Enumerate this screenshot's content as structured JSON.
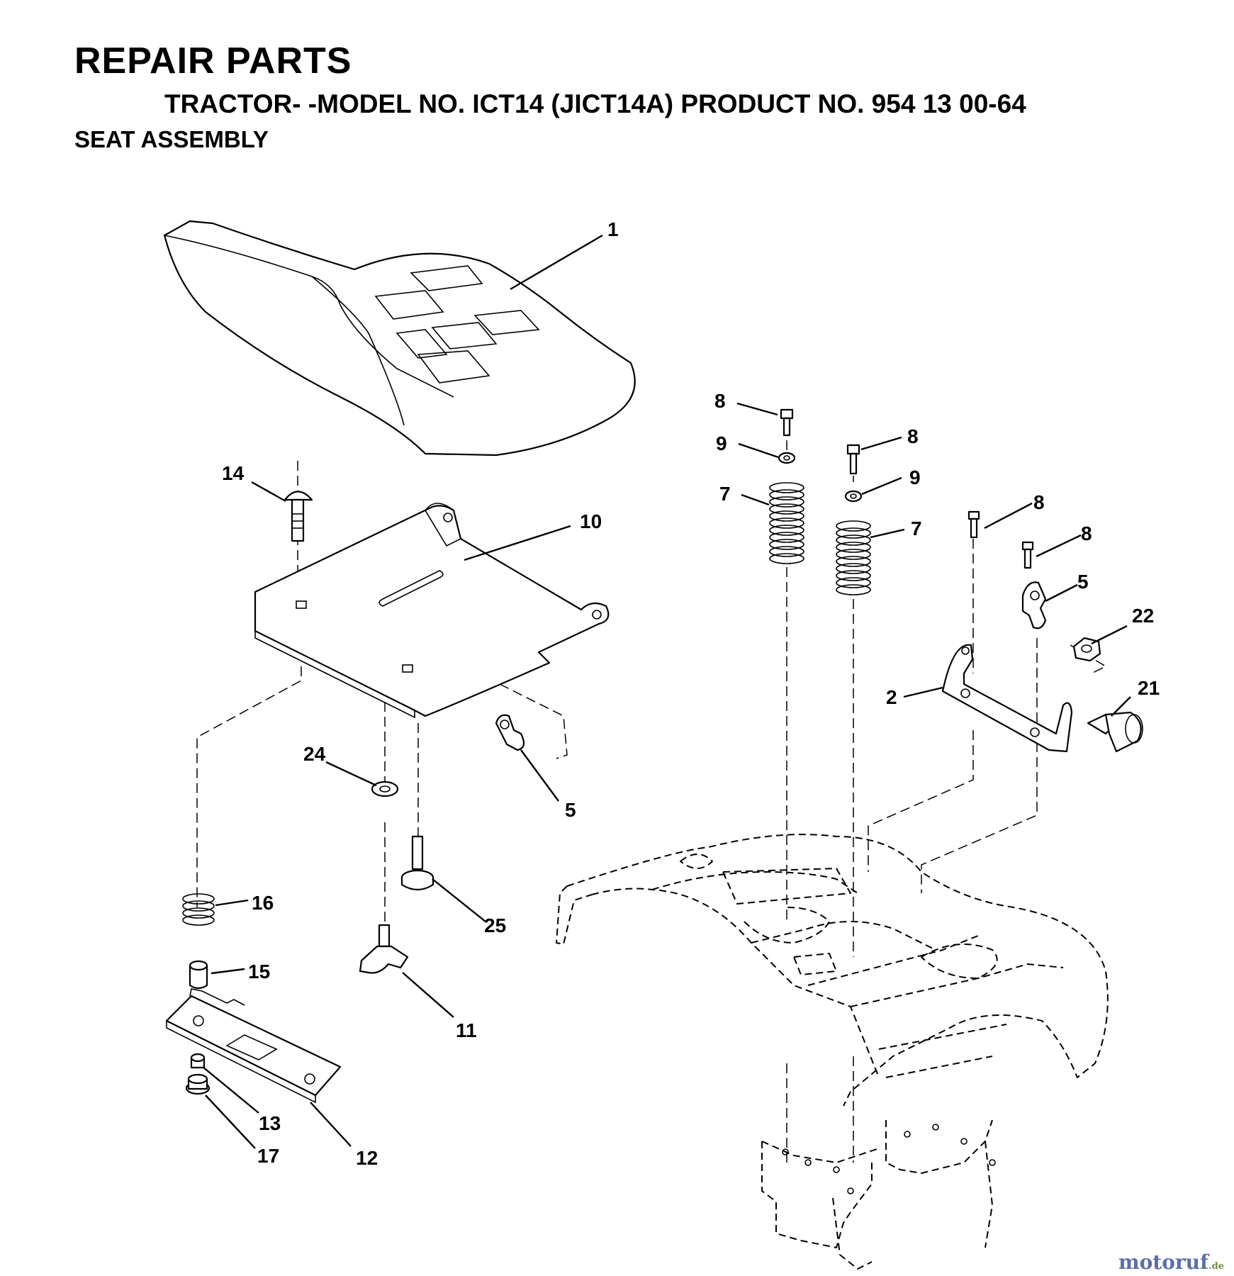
{
  "header": {
    "title": "REPAIR PARTS",
    "subtitle": "TRACTOR- -MODEL NO. ICT14 (JICT14A) PRODUCT NO. 954 13 00-64",
    "section": "SEAT ASSEMBLY"
  },
  "callouts": [
    "1",
    "14",
    "10",
    "8",
    "9",
    "7",
    "8",
    "9",
    "7",
    "8",
    "8",
    "5",
    "22",
    "2",
    "21",
    "24",
    "5",
    "25",
    "16",
    "15",
    "11",
    "13",
    "17",
    "12"
  ],
  "watermark": {
    "main": "motoruf",
    "tld": ".de"
  }
}
